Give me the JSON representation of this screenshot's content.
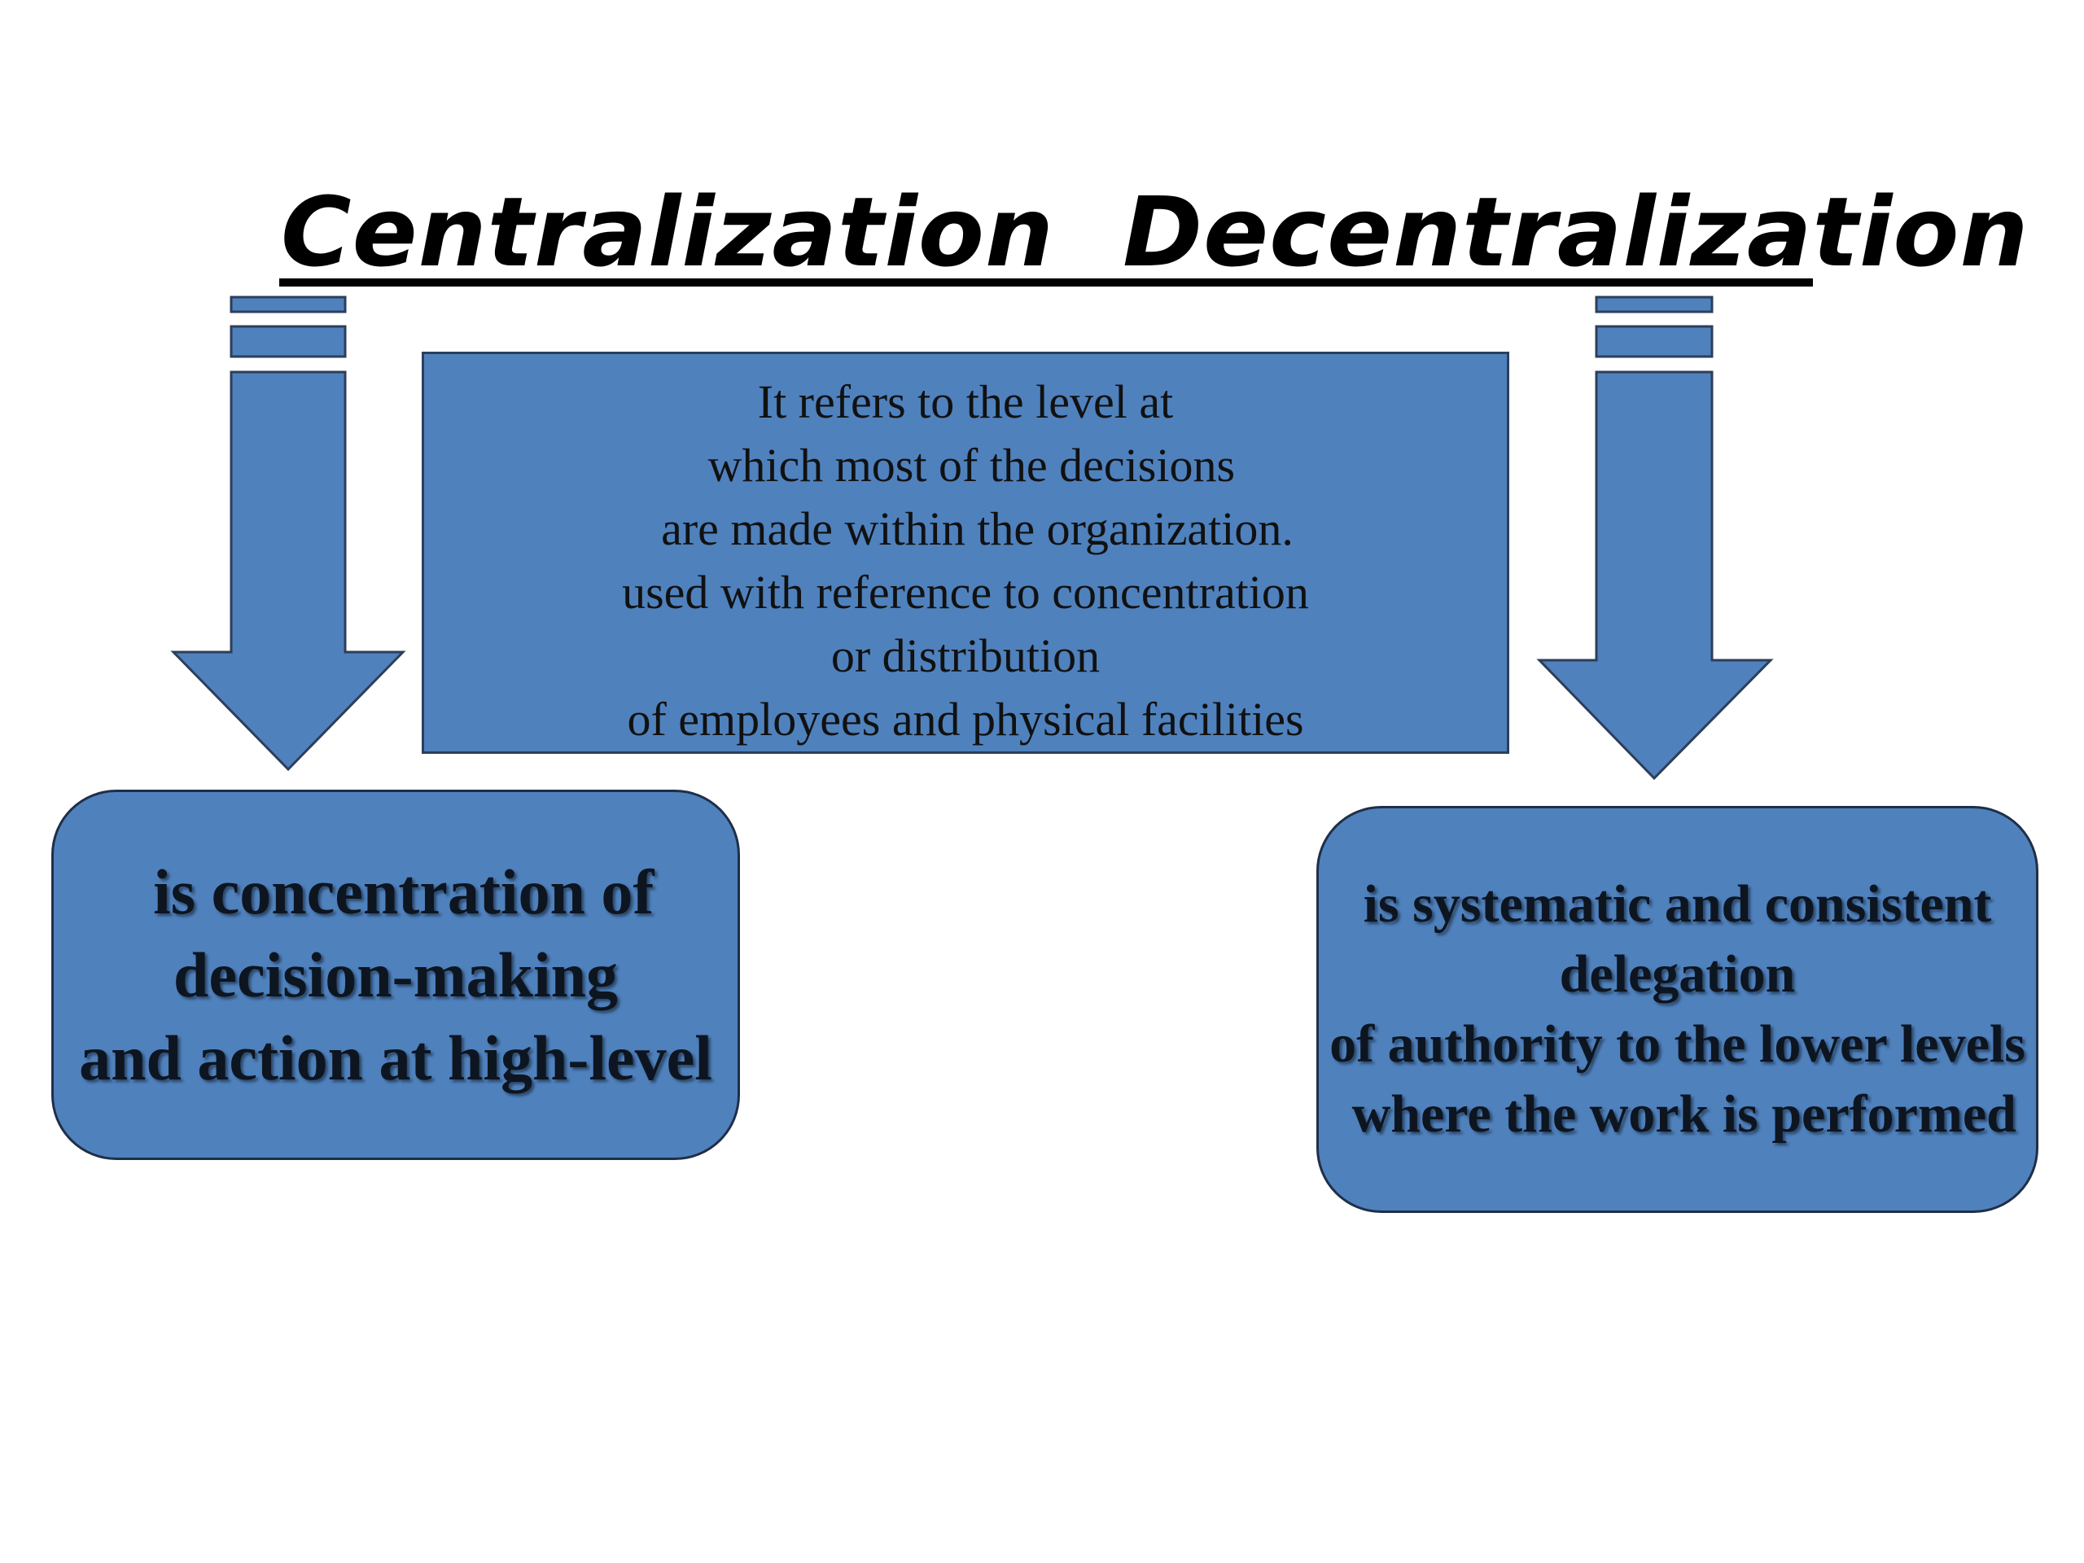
{
  "colors": {
    "box_fill": "#4f81bd",
    "box_border": "#1f2f48",
    "text": "#000000"
  },
  "title": {
    "text": "Centralization  Decentralization"
  },
  "arrows": [
    {
      "name": "left-down-arrow",
      "direction": "down"
    },
    {
      "name": "right-down-arrow",
      "direction": "down"
    }
  ],
  "definition": {
    "lines": [
      "It refers to the level at",
      " which most of the decisions",
      "  are made within the organization.",
      "used with reference to concentration",
      "or distribution",
      "of employees and physical facilities"
    ]
  },
  "centralization": {
    "lines": [
      " is concentration of",
      "decision-making",
      "and action at high-level"
    ]
  },
  "decentralization": {
    "lines": [
      "is systematic and consistent",
      "delegation",
      "of authority to the lower levels",
      " where the work is performed"
    ]
  }
}
